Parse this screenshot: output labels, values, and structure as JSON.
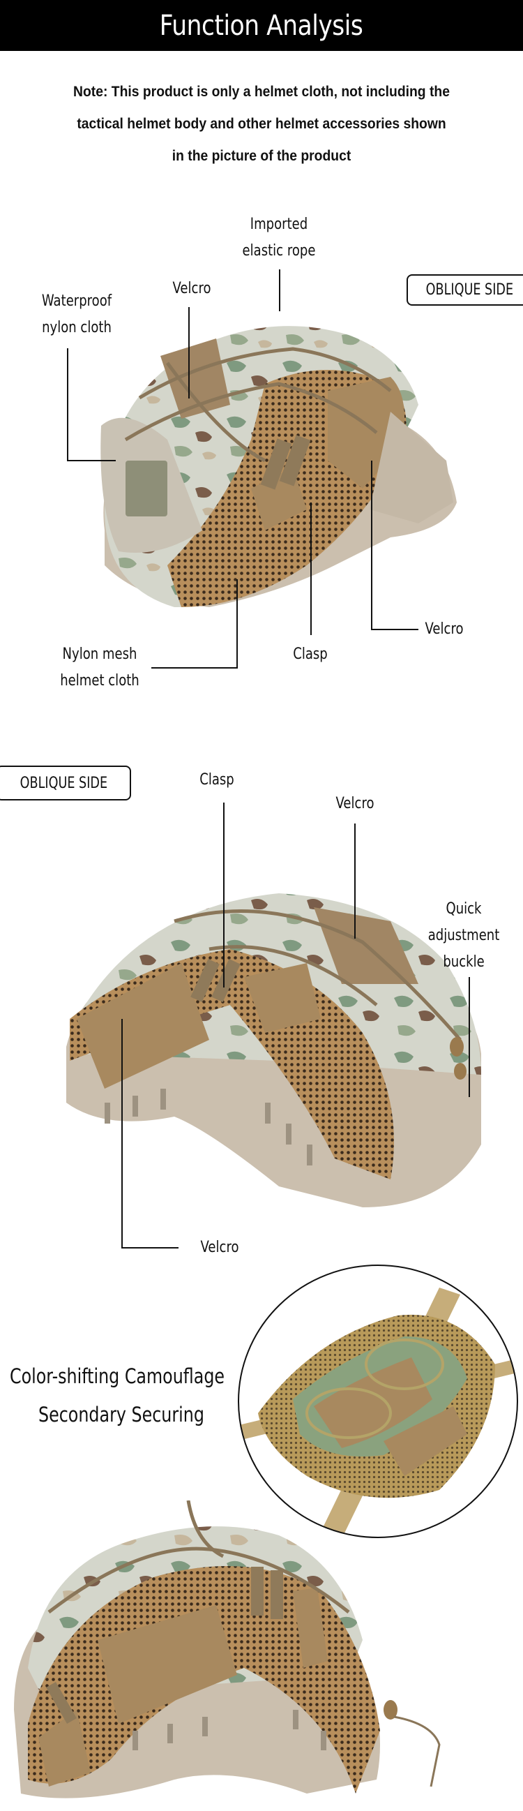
{
  "header": {
    "title": "Function Analysis"
  },
  "note": {
    "lines": [
      "Note: This product is only a helmet cloth, not including the",
      "tactical helmet body and other helmet accessories shown",
      "in the picture of the product"
    ]
  },
  "section1": {
    "badge": "OBLIQUE SIDE",
    "labels": {
      "imported_rope_line1": "Imported",
      "imported_rope_line2": "elastic rope",
      "velcro_top": "Velcro",
      "waterproof_line1": "Waterproof",
      "waterproof_line2": "nylon cloth",
      "nylon_mesh_line1": "Nylon mesh",
      "nylon_mesh_line2": "helmet cloth",
      "clasp": "Clasp",
      "velcro_right": "Velcro"
    }
  },
  "section2": {
    "badge": "OBLIQUE SIDE",
    "labels": {
      "clasp": "Clasp",
      "velcro_top": "Velcro",
      "quick_line1": "Quick",
      "quick_line2": "adjustment",
      "quick_line3": "buckle",
      "velcro_bottom": "Velcro"
    }
  },
  "section3": {
    "line1": "Color-shifting Camouflage",
    "line2": "Secondary Securing"
  },
  "colors": {
    "header_bg": "#000000",
    "velcro_tan": "#a8895f",
    "mesh_tan": "#b88f5c",
    "helmet_gray_tan": "#cbbfae",
    "camo_light": "#d4d6cb",
    "camo_green": "#7f9a80",
    "camo_brown": "#7a5d4a"
  }
}
